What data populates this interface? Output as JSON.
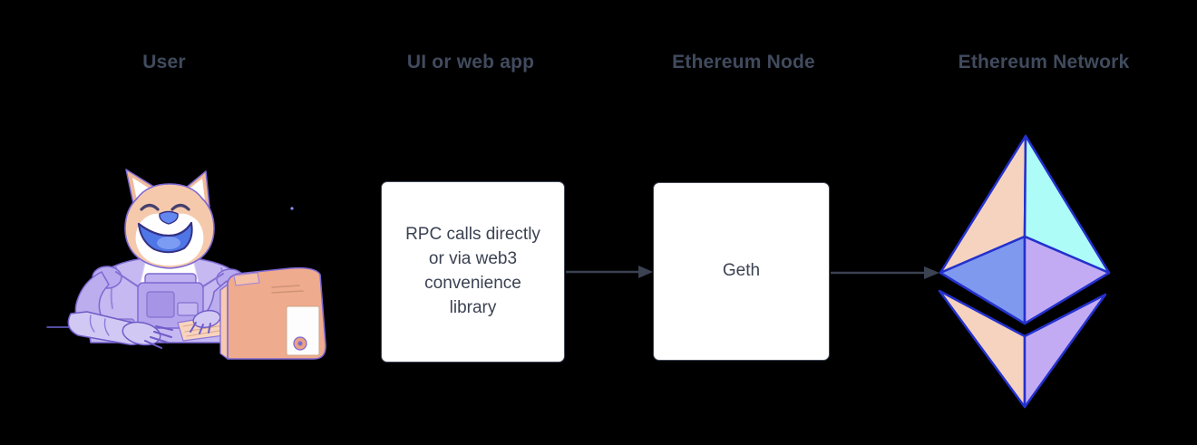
{
  "diagram": {
    "background_color": "#000000",
    "labels": {
      "user": "User",
      "ui": "UI or web app",
      "node": "Ethereum Node",
      "network": "Ethereum Network"
    },
    "ui_box_text": "RPC calls directly\nor via web3\nconvenience\nlibrary",
    "node_box_text": "Geth",
    "icons": {
      "user_illustration": "doge-astronaut-at-computer",
      "network_icon": "ethereum-logo"
    },
    "flow": [
      {
        "from": "UI or web app",
        "to": "Ethereum Node"
      },
      {
        "from": "Ethereum Node",
        "to": "Ethereum Network"
      }
    ],
    "colors": {
      "label_text": "#414b5e",
      "box_background": "#ffffff",
      "box_border": "#3f4757",
      "box_text": "#3b4252",
      "arrow": "#3b4252",
      "eth_outline": "#2431cd",
      "eth_face_peach": "#f5d3bf",
      "eth_face_cyan": "#adfcf7",
      "eth_face_blue": "#7e99ee",
      "eth_face_purple": "#c2abf2"
    }
  }
}
